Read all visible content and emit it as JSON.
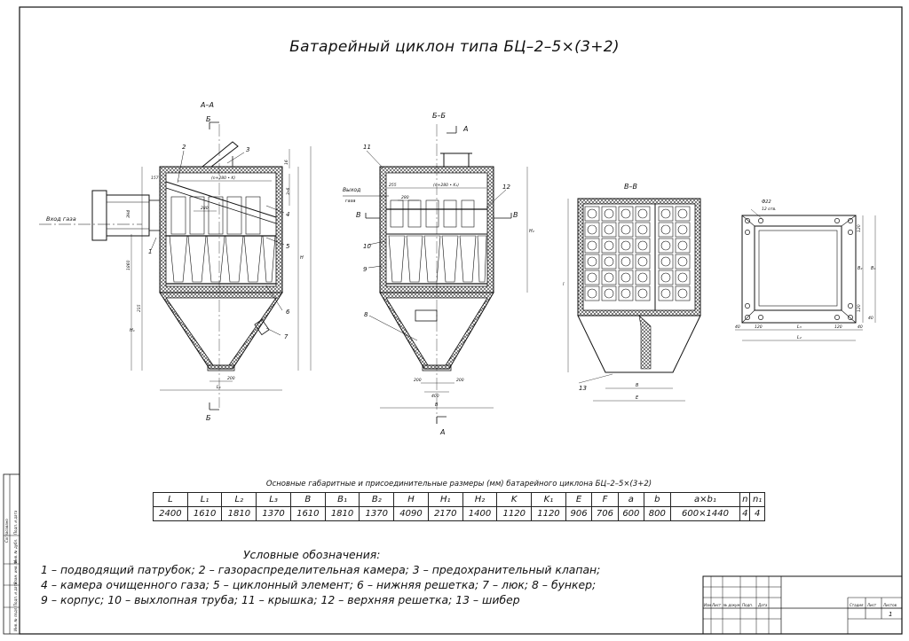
{
  "title": "Батарейный циклон типа БЦ–2–5×(3+2)",
  "views": {
    "aa": {
      "label": "А–А",
      "section_marks": [
        "Б",
        "Б"
      ],
      "callouts": [
        "1",
        "2",
        "3",
        "4",
        "5",
        "6",
        "7"
      ],
      "inlet_label": "Вход газа",
      "dims": {
        "d1": "16",
        "d2": "3•6",
        "d3": "157",
        "d4": "(n+280 • K)",
        "d5": "280",
        "d6": "3Н4",
        "d7": "1860",
        "d8": "215",
        "d9": "H₁",
        "d10": "H",
        "d11": "200",
        "d12": "L₁"
      }
    },
    "bb": {
      "label": "Б–Б",
      "section_marks": [
        "А",
        "А"
      ],
      "side_marks": [
        "В",
        "В"
      ],
      "callouts": [
        "8",
        "9",
        "10",
        "11",
        "12"
      ],
      "outlet_label": "Выход",
      "outlet_sub": "газа",
      "dims": {
        "d1": "255",
        "d2": "280",
        "d3": "(n+280 • K₁)",
        "d4": "H₂",
        "d5": "200",
        "d6": "200",
        "d7": "400",
        "d8": "B"
      }
    },
    "vv": {
      "label": "В–В",
      "callouts": [
        "13"
      ],
      "dims": {
        "l": "l",
        "b": "B",
        "e": "E"
      }
    },
    "flange": {
      "hole_note_1": "Ф22",
      "hole_note_2": "12 отв.",
      "dims": {
        "a": "120",
        "b": "120",
        "c": "B₂",
        "d": "B₁",
        "e": "40",
        "f": "120",
        "g": "L₃",
        "h": "120",
        "i": "L₂",
        "j": "40",
        "k": "40"
      }
    }
  },
  "table": {
    "caption": "Основные габаритные и присоединительные размеры (мм) батарейного циклона БЦ–2–5×(3+2)",
    "headers": [
      "L",
      "L₁",
      "L₂",
      "L₃",
      "B",
      "B₁",
      "B₂",
      "H",
      "H₁",
      "H₂",
      "K",
      "K₁",
      "E",
      "F",
      "a",
      "b",
      "a×b₁",
      "n",
      "n₁"
    ],
    "values": [
      "2400",
      "1610",
      "1810",
      "1370",
      "1610",
      "1810",
      "1370",
      "4090",
      "2170",
      "1400",
      "1120",
      "1120",
      "906",
      "706",
      "600",
      "800",
      "600×1440",
      "4",
      "4"
    ]
  },
  "legend": {
    "heading": "Условные обозначения:",
    "lines": [
      "1 – подводящий патрубок; 2 – газораспределительная камера; 3 – предохранительный клапан;",
      "4 – камера очищенного газа; 5 – циклонный элемент; 6 – нижняя решетка; 7 – люк; 8 – бункер;",
      "9 – корпус; 10 – выхлопная труба; 11 – крышка; 12 – верхняя решетка; 13 – шибер"
    ]
  },
  "stamp": {
    "cols": [
      "Изм",
      "Лист",
      "№ докум.",
      "Подп.",
      "Дата"
    ],
    "right_cols": [
      "Стадия",
      "Лист",
      "Листов"
    ],
    "sheets": "1"
  },
  "margin_stamp": [
    "Инв. № подл.",
    "Подп. и дата",
    "Взам. инв. №",
    "Инв. № дубл.",
    "Подп. и дата",
    "Согласовано"
  ]
}
